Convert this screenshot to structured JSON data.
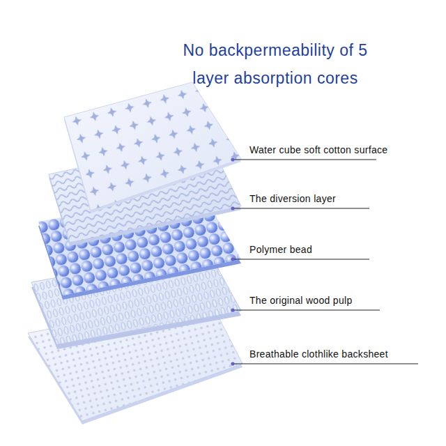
{
  "diagram": {
    "title": "No backpermeability of 5 layer absorption cores",
    "labels": [
      "Water cube soft cotton surface",
      "The diversion layer",
      "Polymer bead",
      "The original wood pulp",
      "Breathable clothlike backsheet"
    ]
  }
}
